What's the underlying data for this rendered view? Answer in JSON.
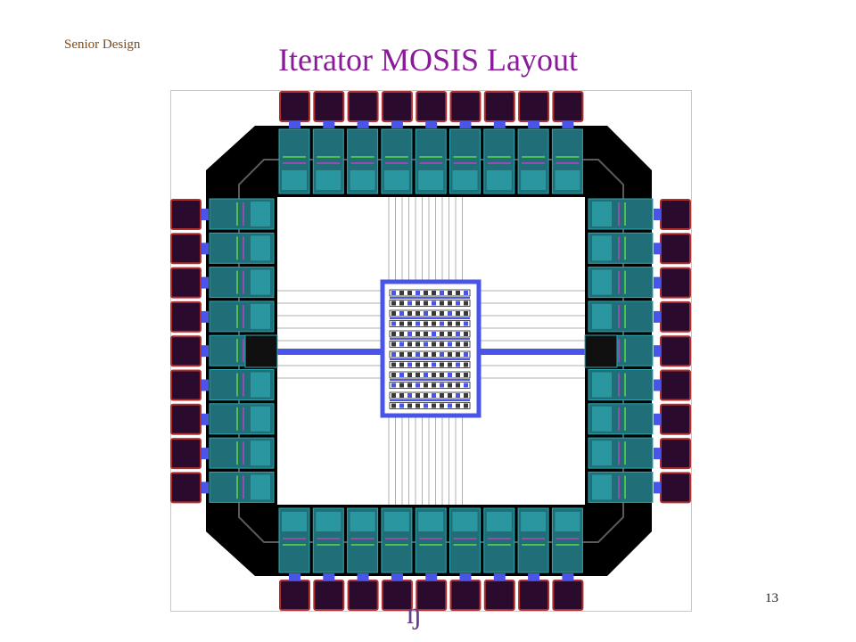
{
  "slide": {
    "header_label": "Senior Design",
    "title": "Iterator MOSIS Layout",
    "page_number": "13"
  },
  "colors": {
    "title": "#8b1a9a",
    "header_label": "#7a4a1c",
    "pad_fill": "#2a0b2e",
    "pad_border": "#b03030",
    "ring_fill": "#000000",
    "metal_blue": "#4a54e8",
    "io_cell_cyan": "#2fa8b0",
    "io_cell_teal": "#1f6e78",
    "core_routing": "#b0b0b0",
    "accent_magenta": "#c040c0",
    "accent_green": "#4fbf4f"
  },
  "chip": {
    "pads_top": 9,
    "pads_bottom": 9,
    "pads_left": 9,
    "pads_right": 9
  }
}
